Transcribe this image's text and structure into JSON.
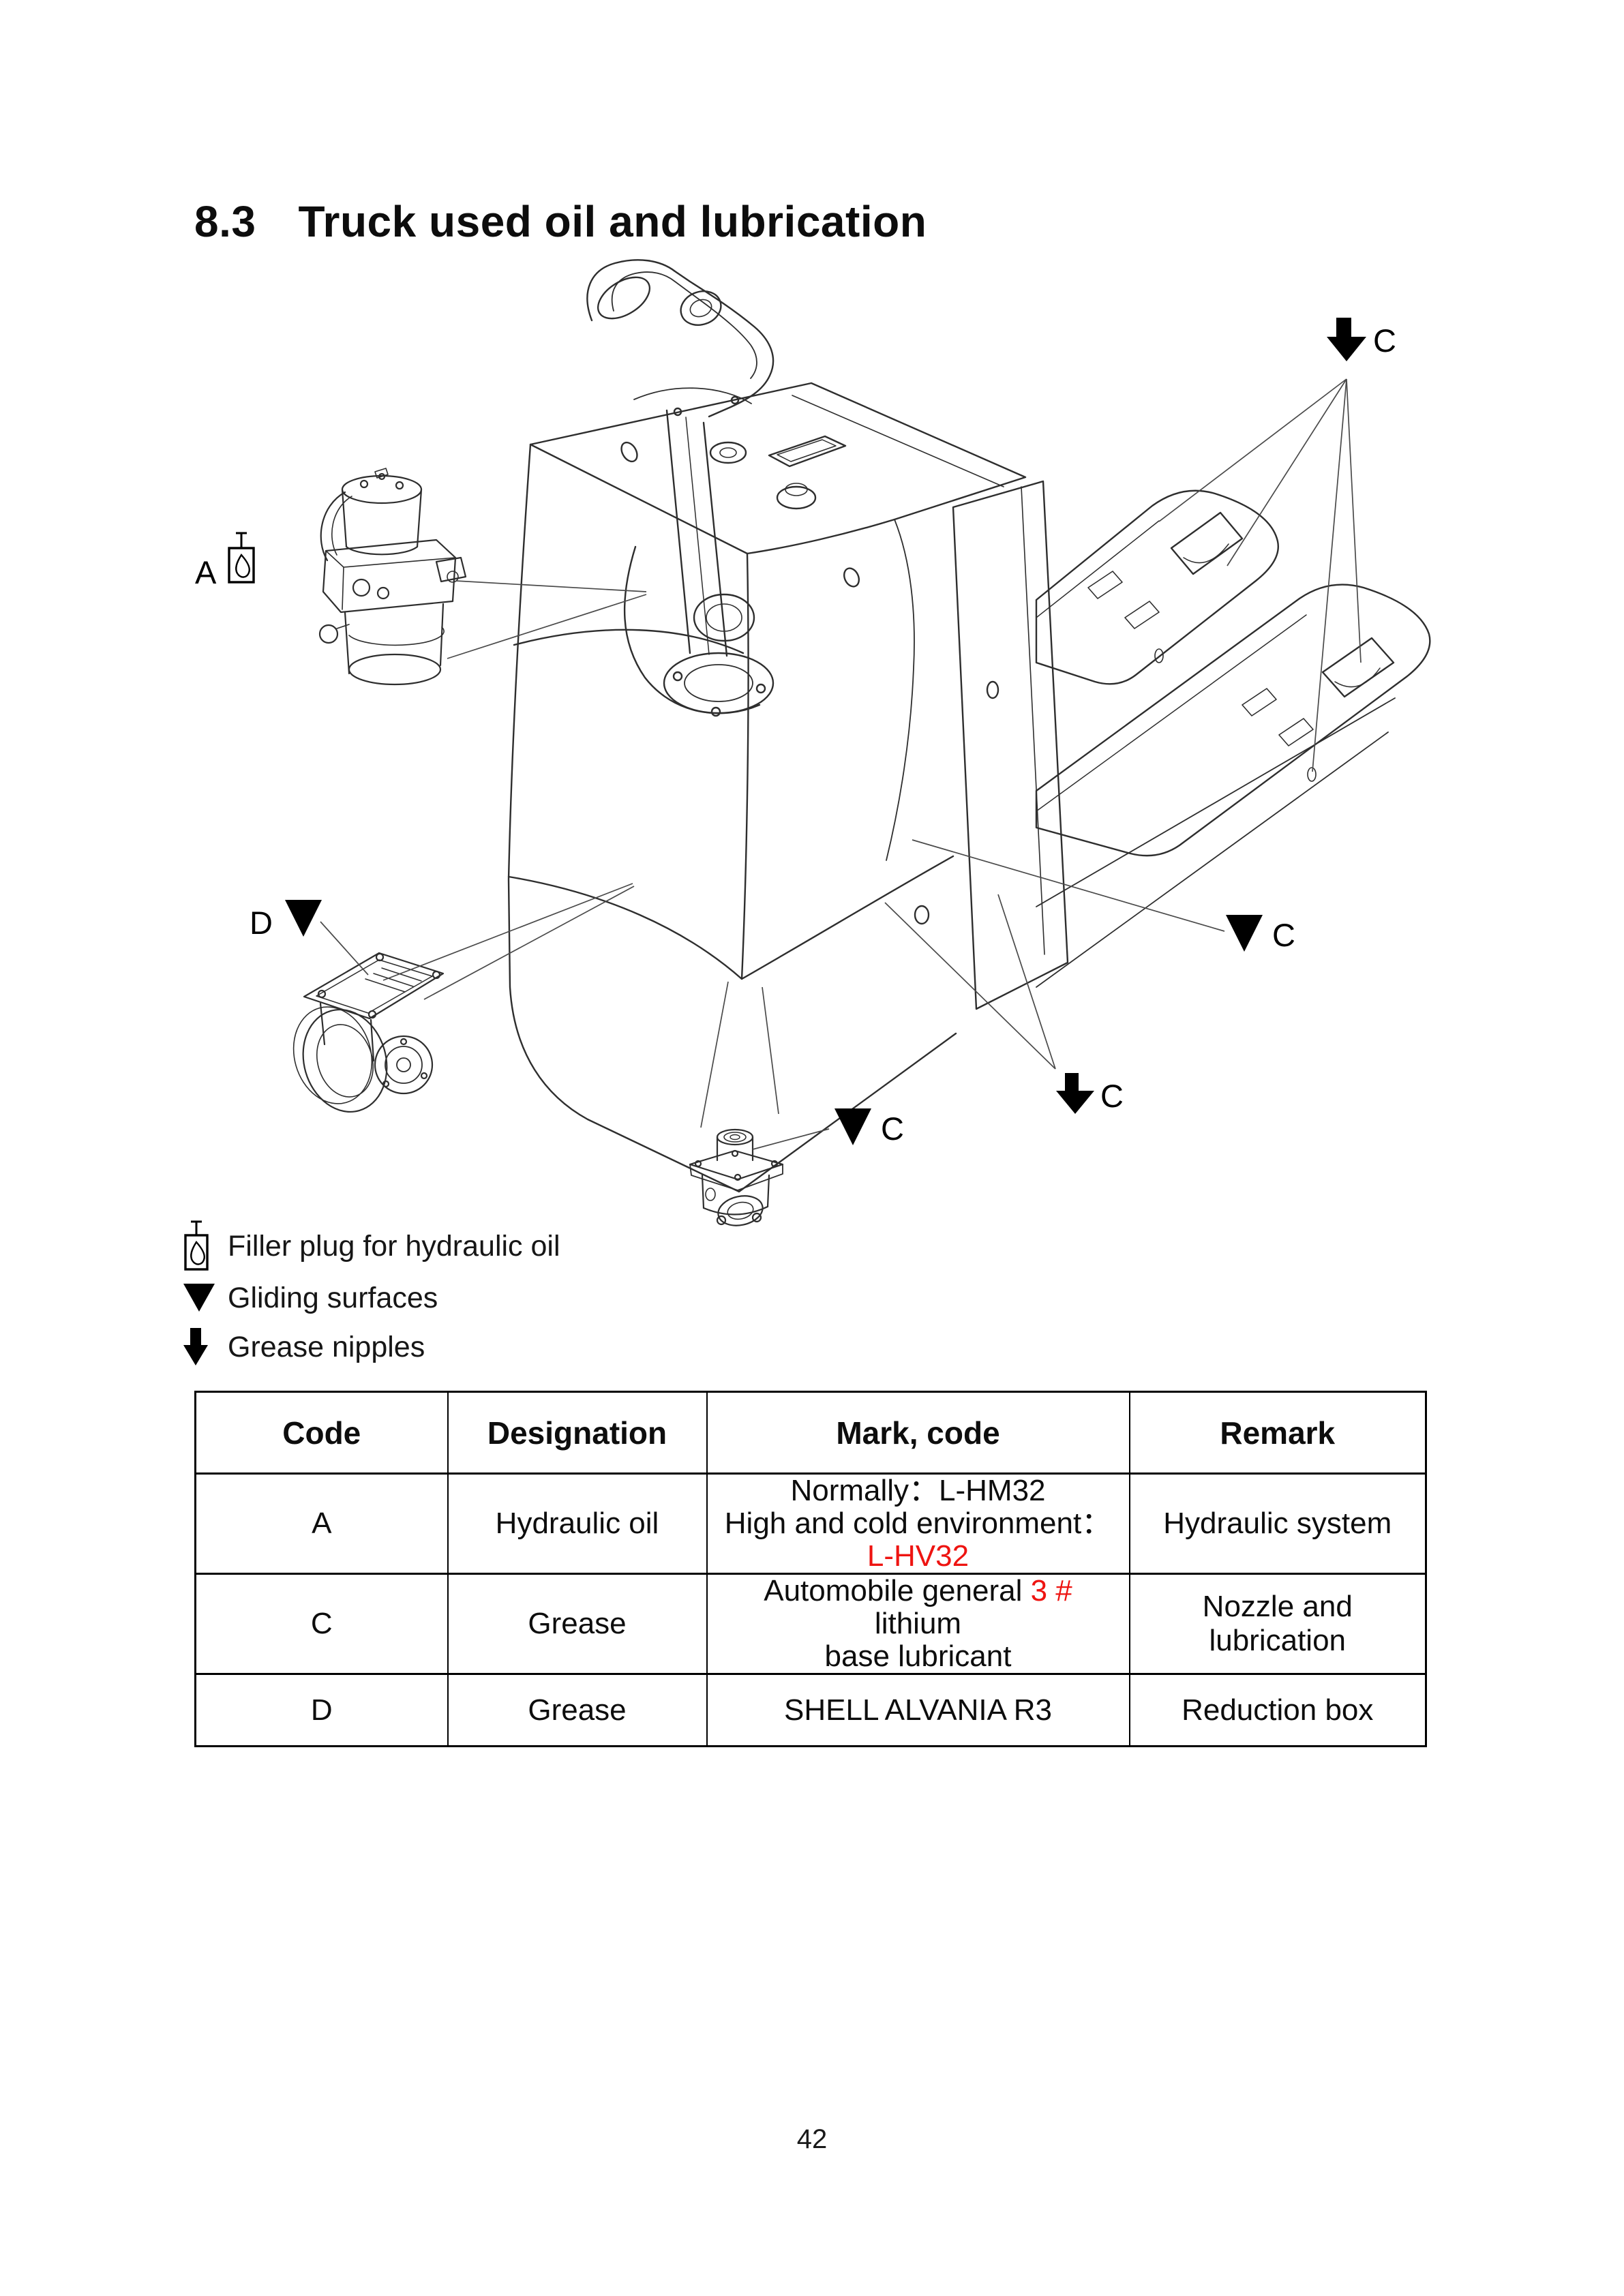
{
  "page": {
    "section_number": "8.3",
    "title": "Truck used oil and lubrication",
    "page_number": "42"
  },
  "diagram": {
    "description": "Line drawing of electric pallet truck showing lubrication points",
    "labels": {
      "a": "A",
      "c": "C",
      "d": "D"
    }
  },
  "legend": {
    "items": [
      {
        "icon": "filler-plug-icon",
        "label": "Filler plug for hydraulic oil"
      },
      {
        "icon": "gliding-surface-icon",
        "label": "Gliding surfaces"
      },
      {
        "icon": "grease-nipple-icon",
        "label": "Grease nipples"
      }
    ]
  },
  "table": {
    "headers": [
      "Code",
      "Designation",
      "Mark, code",
      "Remark"
    ],
    "rows": [
      {
        "code": "A",
        "designation": "Hydraulic oil",
        "mark_lines": [
          "Normally：L-HM32",
          "High and cold environment：",
          "L-HV32"
        ],
        "remark": "Hydraulic system"
      },
      {
        "code": "C",
        "designation": "Grease",
        "mark_line1_prefix": "Automobile general ",
        "mark_line1_red": "3 #",
        "mark_line1_suffix": " lithium",
        "mark_line2": "base lubricant",
        "remark": "Nozzle and lubrication"
      },
      {
        "code": "D",
        "designation": "Grease",
        "mark": "SHELL ALVANIA R3",
        "remark": "Reduction box"
      }
    ]
  },
  "colors": {
    "accent_red": "#ee1411",
    "ink": "#0d0d0d",
    "line_art": "#2e2e2e",
    "paper": "#ffffff"
  }
}
